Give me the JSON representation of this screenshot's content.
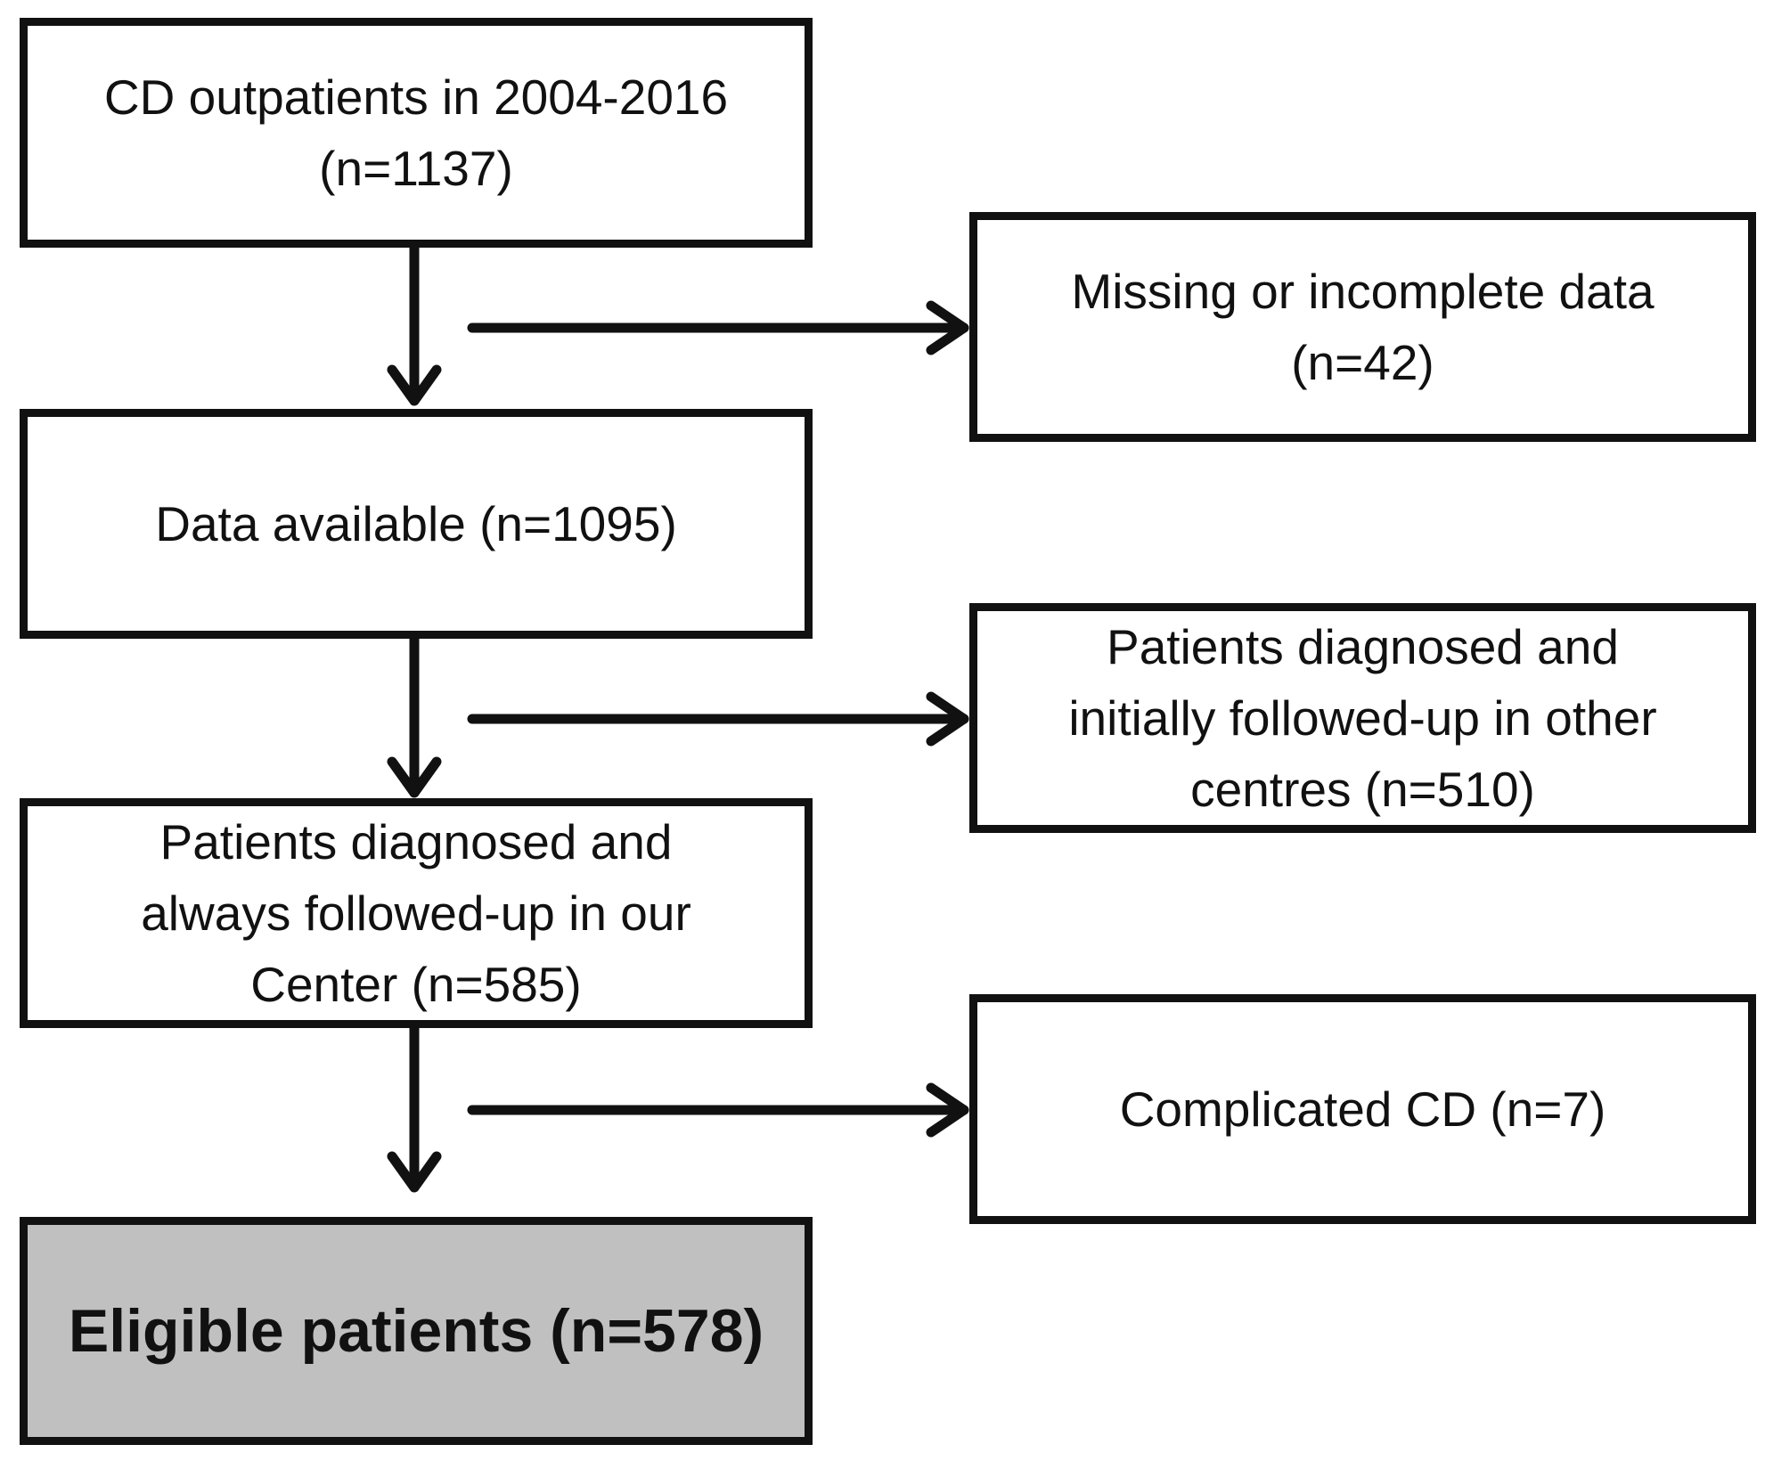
{
  "flowchart": {
    "main_steps": [
      {
        "id": "outpatients",
        "text": "CD outpatients in 2004-2016\n(n=1137)"
      },
      {
        "id": "data-available",
        "text": "Data available (n=1095)"
      },
      {
        "id": "always-followed",
        "text": "Patients diagnosed and\nalways followed-up in our\nCenter (n=585)"
      },
      {
        "id": "eligible",
        "text": "Eligible patients (n=578)"
      }
    ],
    "exclusions": [
      {
        "id": "missing-data",
        "text": "Missing or incomplete data\n(n=42)"
      },
      {
        "id": "other-centres",
        "text": "Patients diagnosed and\ninitially followed-up in other\ncentres (n=510)"
      },
      {
        "id": "complicated-cd",
        "text": "Complicated CD (n=7)"
      }
    ],
    "colors": {
      "stroke": "#111111",
      "final_fill": "#c0c0c0",
      "box_fill": "#ffffff"
    }
  }
}
